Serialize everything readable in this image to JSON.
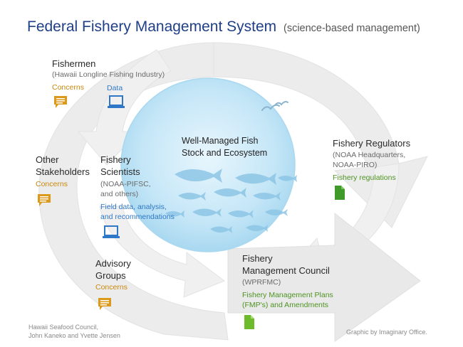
{
  "title": "Federal Fishery Management System",
  "subtitle": "(science-based management)",
  "center": {
    "line1": "Well-Managed Fish",
    "line2": "Stock and Ecosystem"
  },
  "fishermen": {
    "heading": "Fishermen",
    "org": "(Hawaii Longline Fishing Industry)",
    "concerns": "Concerns",
    "data": "Data"
  },
  "other_stakeholders": {
    "line1": "Other",
    "line2": "Stakeholders",
    "concerns": "Concerns"
  },
  "scientists": {
    "line1": "Fishery",
    "line2": "Scientists",
    "org1": "(NOAA-PIFSC,",
    "org2": "and others)",
    "output1": "Field data, analysis,",
    "output2": "and recommendations"
  },
  "regulators": {
    "heading": "Fishery Regulators",
    "org1": "(NOAA Headquarters,",
    "org2": "NOAA-PIRO)",
    "output": "Fishery regulations"
  },
  "advisory": {
    "line1": "Advisory",
    "line2": "Groups",
    "concerns": "Concerns"
  },
  "council": {
    "line1": "Fishery",
    "line2": "Management Council",
    "org": "(WPRFMC)",
    "output1": "Fishery Management Plans",
    "output2": "(FMP's) and Amendments"
  },
  "credits": {
    "left1": "Hawaii Seafood Council,",
    "left2": "John Kaneko and Yvette Jensen",
    "right": "Graphic by Imaginary Office."
  },
  "colors": {
    "title": "#1f3f86",
    "concerns": "#c8880e",
    "data": "#2f78c8",
    "regulations": "#4e9422",
    "ocean": "#bfe3f6"
  }
}
